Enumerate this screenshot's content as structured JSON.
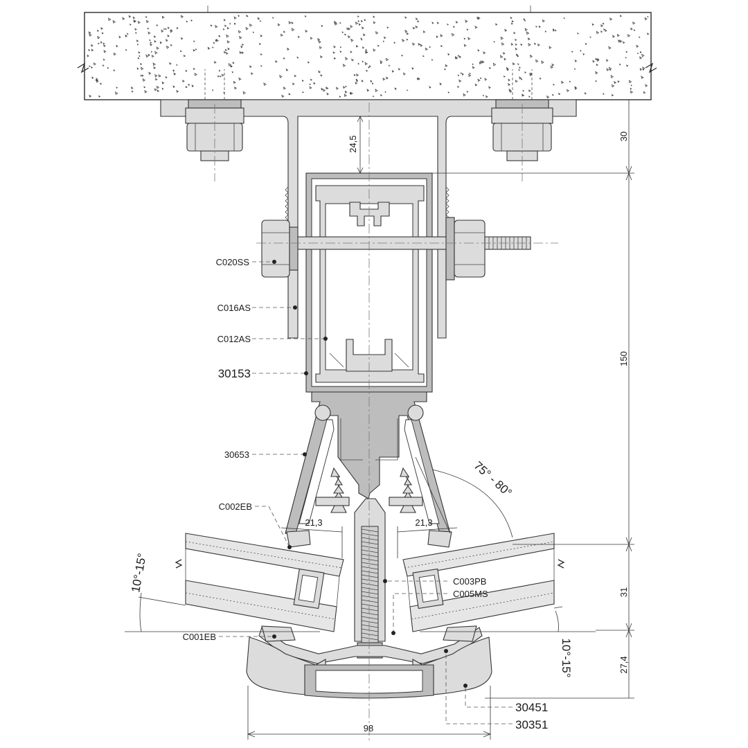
{
  "labels": {
    "c020ss": "C020SS",
    "c016as": "C016AS",
    "c012as": "C012AS",
    "p30153": "30153",
    "p30653": "30653",
    "c002eb": "C002EB",
    "c003pb": "C003PB",
    "c005ms": "C005MS",
    "c001eb": "C001EB",
    "p30451": "30451",
    "p30351": "30351"
  },
  "dimensions": {
    "d24_5": "24,5",
    "d30": "30",
    "d150": "150",
    "d21_3_left": "21,3",
    "d21_3_right": "21,3",
    "d31": "31",
    "d27_4": "27,4",
    "d98": "98"
  },
  "angles": {
    "ang_75_80": "75° - 80°",
    "ang_10_15_left": "10°-15°",
    "ang_10_15_right": "10°-15°"
  },
  "colors": {
    "line": "#2a2a2a",
    "aluminium": "#dcdcdc",
    "concrete": "#ffffff"
  }
}
